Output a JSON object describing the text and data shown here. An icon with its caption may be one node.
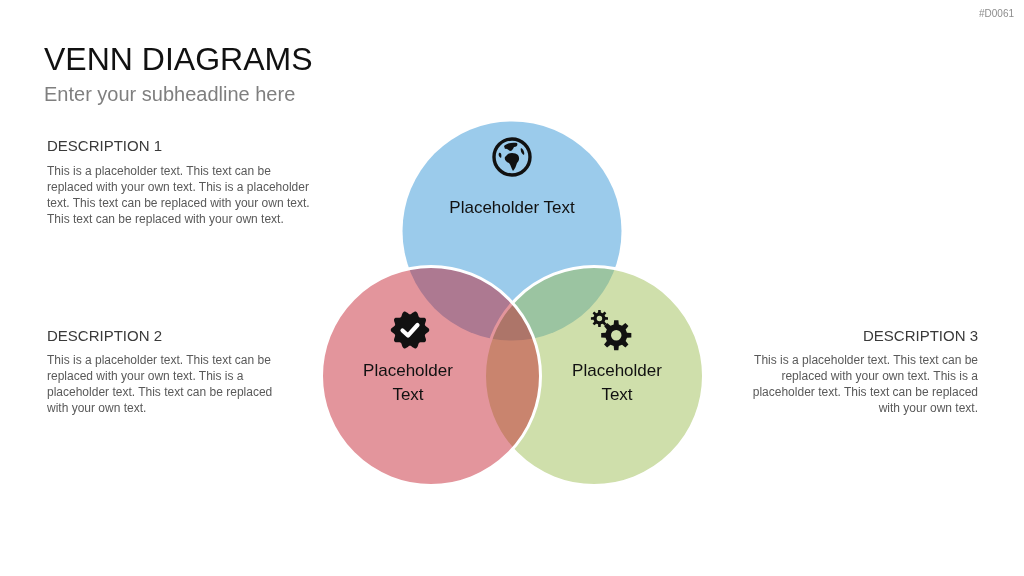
{
  "diagram": {
    "title": "VENN DIAGRAMS",
    "nodes": [
      {
        "text": [
          "Placeholder Text"
        ]
      },
      {
        "text": [
          "Placeholder Text"
        ]
      },
      {
        "text": [
          "Placeholder Text"
        ]
      }
    ],
    "labels": [
      "#D0061",
      "Enter your subheadline here",
      "DESCRIPTION 1",
      "This is a placeholder text. This text can be replaced with your own text. This is a placeholder text. This text can be replaced with your own text. This text can be replaced with your own text.",
      "DESCRIPTION 2",
      "This is a placeholder text. This text can be replaced with your own text. This is a placeholder text. This text can be replaced with your own text.",
      "DESCRIPTION 3",
      "This is a placeholder text. This text can be replaced with your own text. This is a placeholder text. This text can be replaced with your own text."
    ]
  }
}
